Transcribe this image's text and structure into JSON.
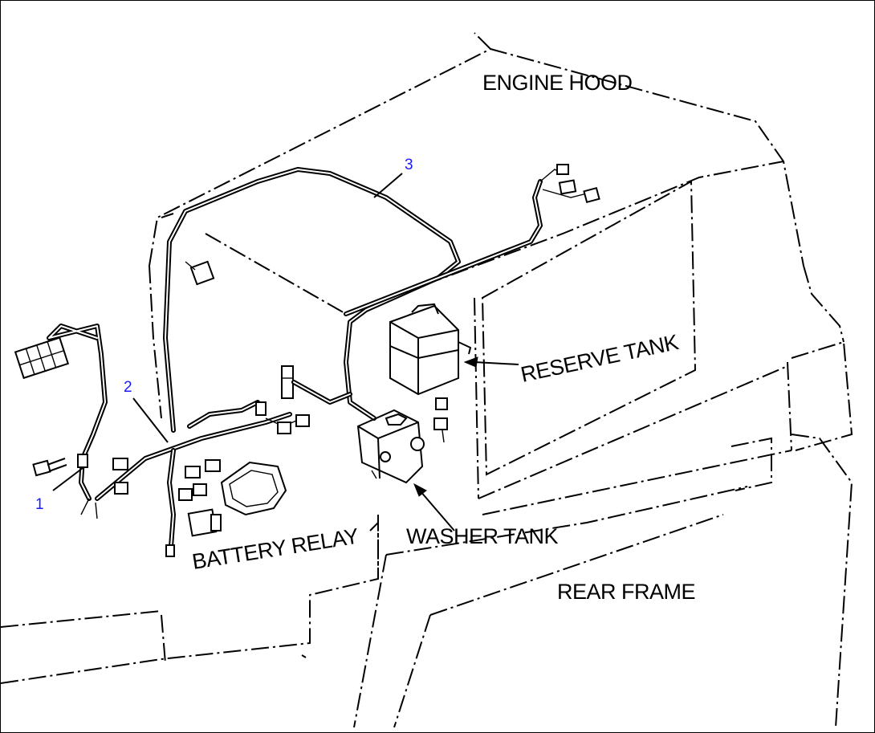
{
  "labels": {
    "engine_hood": "ENGINE HOOD",
    "reserve_tank": "RESERVE TANK",
    "washer_tank": "WASHER TANK",
    "battery_relay": "BATTERY RELAY",
    "rear_frame": "REAR FRAME"
  },
  "callouts": {
    "one": "1",
    "two": "2",
    "three": "3"
  },
  "colors": {
    "callout": "#1a1aff",
    "line": "#000000"
  }
}
